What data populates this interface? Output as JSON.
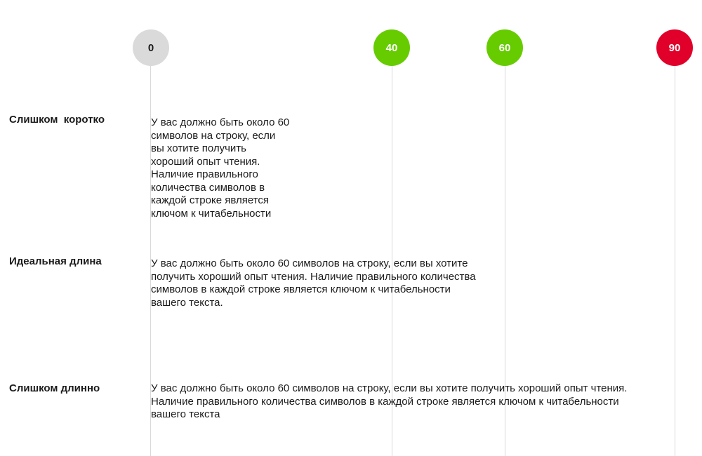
{
  "markers": [
    {
      "value": "0",
      "bg": "#dadada",
      "fg": "#1a1a1a"
    },
    {
      "value": "40",
      "bg": "#66cc00",
      "fg": "#ffffff"
    },
    {
      "value": "60",
      "bg": "#66cc00",
      "fg": "#ffffff"
    },
    {
      "value": "90",
      "bg": "#e0002a",
      "fg": "#ffffff"
    }
  ],
  "rows": [
    {
      "label": "Слишком  коротко",
      "lines": [
        "У вас должно быть около 60",
        "символов на строку, если",
        "вы хотите получить",
        "хороший опыт чтения.",
        "Наличие правильного",
        "количества символов в",
        "каждой строке является",
        "ключом к читабельности"
      ]
    },
    {
      "label": "Идеальная длина",
      "lines": [
        "У вас должно быть около 60 символов на строку, если вы хотите",
        "получить хороший опыт чтения. Наличие правильного количества",
        "символов в каждой строке является ключом к читабельности",
        "вашего текста."
      ]
    },
    {
      "label": "Слишком длинно",
      "lines": [
        "У вас должно быть около 60 символов на строку, если вы хотите получить хороший опыт чтения.",
        "Наличие правильного количества символов в каждой строке является ключом к читабельности",
        "вашего текста"
      ]
    }
  ]
}
